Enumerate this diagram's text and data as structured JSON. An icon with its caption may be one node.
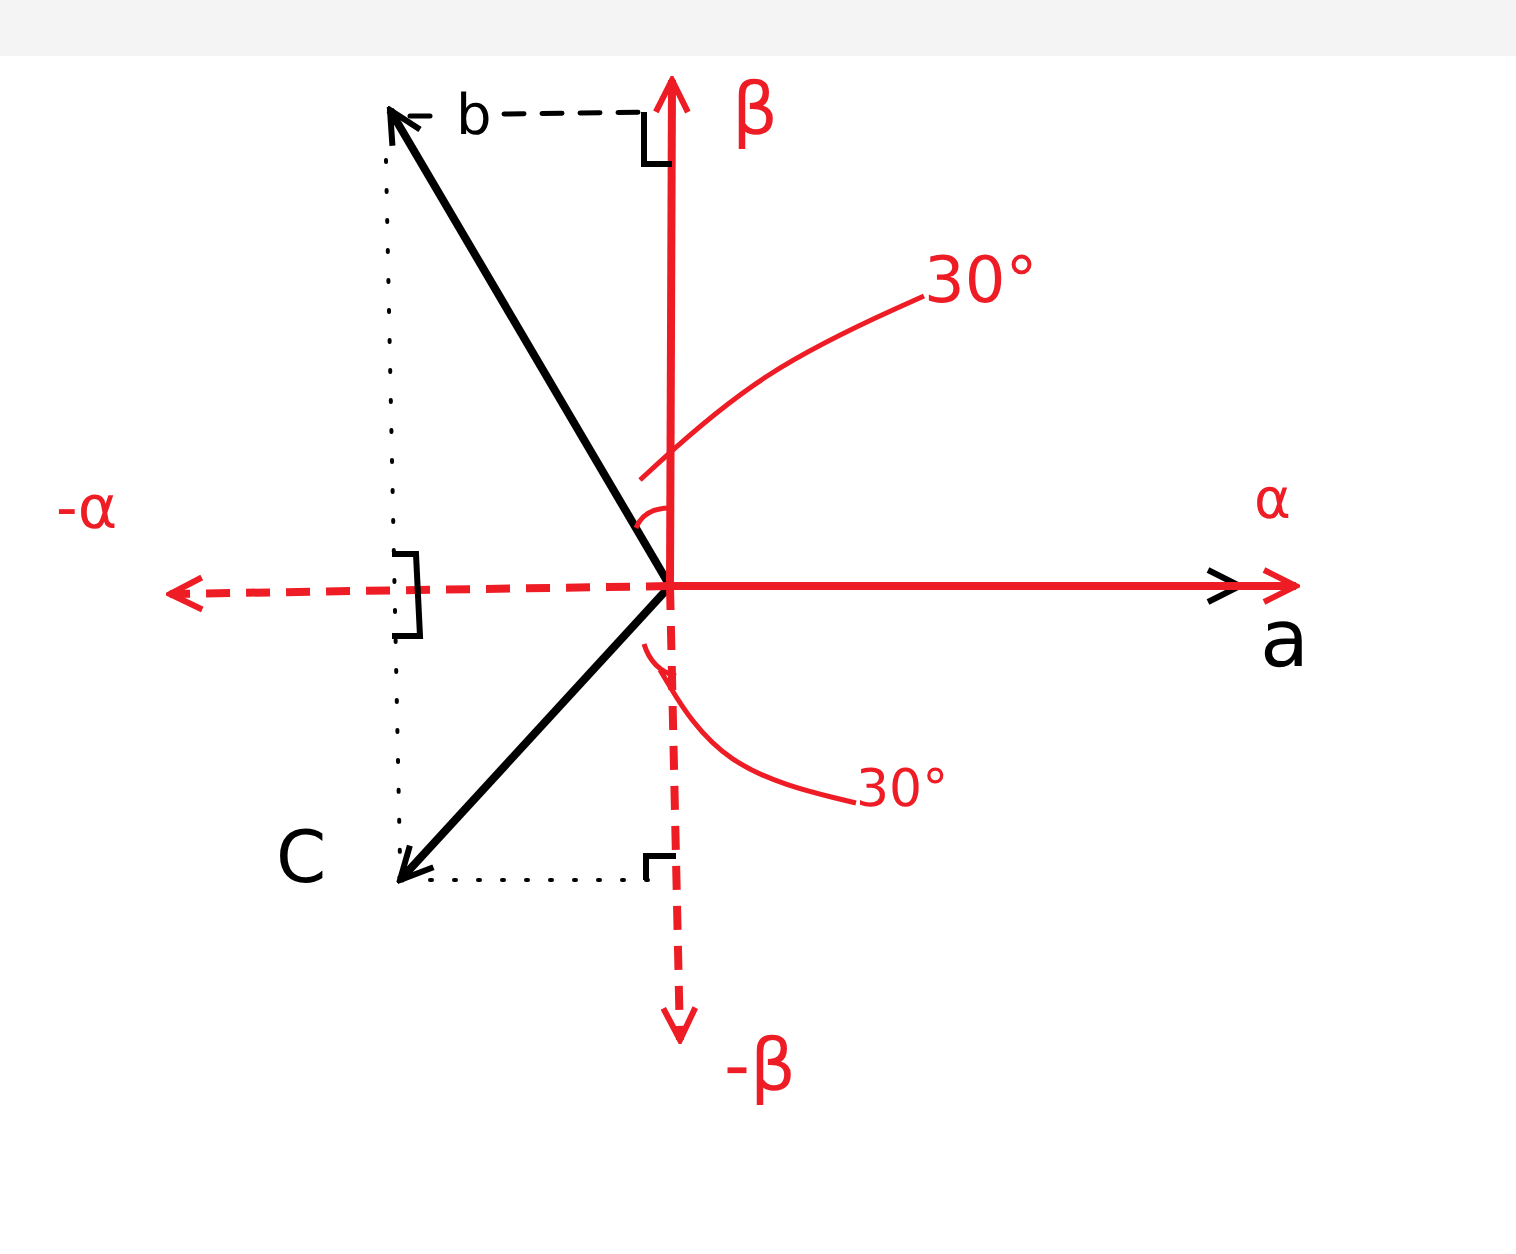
{
  "diagram": {
    "nodes": [
      {
        "text": [
          "30°"
        ]
      },
      {
        "text": [
          "30°"
        ]
      }
    ],
    "edges": [
      {
        "from": 0,
        "to": null,
        "arrow": "none"
      },
      {
        "from": 1,
        "to": null,
        "arrow": "none"
      }
    ],
    "labels": [
      "b",
      "β",
      "-α",
      "α",
      "a",
      "C",
      "-β"
    ]
  }
}
